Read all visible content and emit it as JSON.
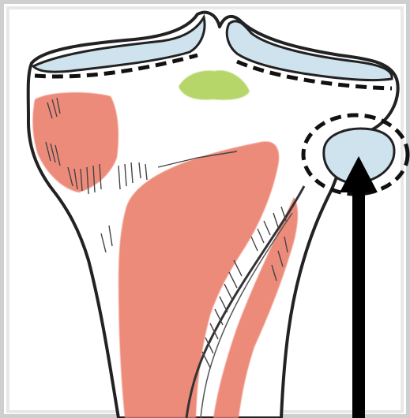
{
  "illustration": {
    "subject": "tibia-upper-end-anterior-view",
    "colors": {
      "background": "#ffffff",
      "frame_shadow": "#c9c9c9",
      "bone_outline": "#222222",
      "articular_surface": "#cfe3ee",
      "muscle_attachment": "#ec8270",
      "intercondylar_area": "#b6d66a",
      "arrow": "#000000"
    },
    "regions": [
      {
        "name": "medial-articular-surface",
        "color_key": "articular_surface"
      },
      {
        "name": "lateral-articular-surface",
        "color_key": "articular_surface"
      },
      {
        "name": "intercondylar-area",
        "color_key": "intercondylar_area"
      },
      {
        "name": "fibular-facet",
        "color_key": "articular_surface"
      },
      {
        "name": "medial-condyle-muscle-area",
        "color_key": "muscle_attachment"
      },
      {
        "name": "shaft-muscle-area",
        "color_key": "muscle_attachment"
      },
      {
        "name": "lateral-shaft-muscle-strip",
        "color_key": "muscle_attachment"
      }
    ],
    "pointer": {
      "name": "arrow-pointer",
      "points_to": "fibular-facet",
      "direction": "up"
    }
  }
}
